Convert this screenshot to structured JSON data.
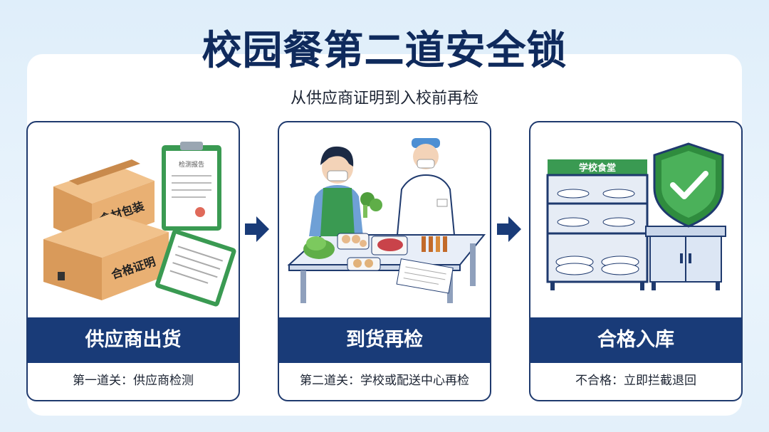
{
  "header": {
    "title": "校园餐第二道安全锁",
    "subtitle": "从供应商证明到入校前再检"
  },
  "steps": [
    {
      "heading": "供应商出货",
      "note": "第一道关：供应商检测",
      "box_top_label": "食材包装",
      "box_bottom_label": "合格证明",
      "clipboard_label": "检测报告"
    },
    {
      "heading": "到货再检",
      "note": "第二道关：学校或配送中心再检"
    },
    {
      "heading": "合格入库",
      "note": "不合格：立即拦截退回",
      "sign_label": "学校食堂"
    }
  ],
  "colors": {
    "navy": "#193b78",
    "title": "#0f2a5c",
    "box": "#e2a86a",
    "shield": "#3aa14a"
  }
}
